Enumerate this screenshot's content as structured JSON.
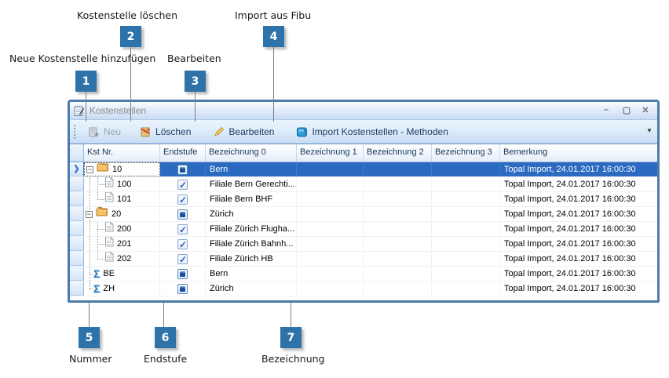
{
  "colors": {
    "callout_box": "#2d72a8",
    "window_border": "#4d7bab",
    "selected_row": "#2b6ac1",
    "sigma_icon": "#2a7abf"
  },
  "callouts": {
    "c1": {
      "num": "1",
      "label": "Neue Kostenstelle hinzufügen"
    },
    "c2": {
      "num": "2",
      "label": "Kostenstelle löschen"
    },
    "c3": {
      "num": "3",
      "label": "Bearbeiten"
    },
    "c4": {
      "num": "4",
      "label": "Import aus Fibu"
    },
    "c5": {
      "num": "5",
      "label": "Nummer"
    },
    "c6": {
      "num": "6",
      "label": "Endstufe"
    },
    "c7": {
      "num": "7",
      "label": "Bezeichnung"
    }
  },
  "window": {
    "title": "Kostenstellen",
    "controls": {
      "minimize": "–",
      "maximize": "▢",
      "close": "✕"
    }
  },
  "toolbar": {
    "buttons": [
      {
        "id": "neu",
        "label": "Neu",
        "icon": "new-note-icon",
        "disabled": true
      },
      {
        "id": "loeschen",
        "label": "Löschen",
        "icon": "delete-note-icon",
        "disabled": false
      },
      {
        "id": "bearbeiten",
        "label": "Bearbeiten",
        "icon": "pencil-icon",
        "disabled": false
      },
      {
        "id": "import",
        "label": "Import Kostenstellen - Methoden",
        "icon": "import-cube-icon",
        "disabled": false
      }
    ],
    "overflow_arrow": "▼"
  },
  "grid": {
    "columns": [
      "Kst Nr.",
      "Endstufe",
      "Bezeichnung 0",
      "Bezeichnung 1",
      "Bezeichnung 2",
      "Bezeichnung 3",
      "Bemerkung"
    ],
    "rows": [
      {
        "nr": "10",
        "icon": "folder",
        "level": 0,
        "expander": true,
        "endstufe": "filled",
        "bez0": "Bern",
        "bez1": "",
        "bez2": "",
        "bez3": "",
        "bemerkung": "Topal Import, 24.01.2017 16:00:30",
        "selected": true
      },
      {
        "nr": "100",
        "icon": "page",
        "level": 1,
        "expander": false,
        "endstufe": "checked",
        "bez0": "Filiale Bern Gerechti...",
        "bez1": "",
        "bez2": "",
        "bez3": "",
        "bemerkung": "Topal Import, 24.01.2017 16:00:30",
        "selected": false
      },
      {
        "nr": "101",
        "icon": "page",
        "level": 1,
        "expander": false,
        "endstufe": "checked",
        "bez0": "Filiale Bern BHF",
        "bez1": "",
        "bez2": "",
        "bez3": "",
        "bemerkung": "Topal Import, 24.01.2017 16:00:30",
        "selected": false
      },
      {
        "nr": "20",
        "icon": "folder",
        "level": 0,
        "expander": true,
        "endstufe": "filled",
        "bez0": "Zürich",
        "bez1": "",
        "bez2": "",
        "bez3": "",
        "bemerkung": "Topal Import, 24.01.2017 16:00:30",
        "selected": false
      },
      {
        "nr": "200",
        "icon": "page",
        "level": 1,
        "expander": false,
        "endstufe": "checked",
        "bez0": "Filiale Zürich Flugha...",
        "bez1": "",
        "bez2": "",
        "bez3": "",
        "bemerkung": "Topal Import, 24.01.2017 16:00:30",
        "selected": false
      },
      {
        "nr": "201",
        "icon": "page",
        "level": 1,
        "expander": false,
        "endstufe": "checked",
        "bez0": "Filiale Zürich Bahnh...",
        "bez1": "",
        "bez2": "",
        "bez3": "",
        "bemerkung": "Topal Import, 24.01.2017 16:00:30",
        "selected": false
      },
      {
        "nr": "202",
        "icon": "page",
        "level": 1,
        "expander": false,
        "endstufe": "checked",
        "bez0": "Filiale Zürich HB",
        "bez1": "",
        "bez2": "",
        "bez3": "",
        "bemerkung": "Topal Import, 24.01.2017 16:00:30",
        "selected": false
      },
      {
        "nr": "BE",
        "icon": "sigma",
        "level": 0,
        "expander": false,
        "endstufe": "filled",
        "bez0": "Bern",
        "bez1": "",
        "bez2": "",
        "bez3": "",
        "bemerkung": "Topal Import, 24.01.2017 16:00:30",
        "selected": false
      },
      {
        "nr": "ZH",
        "icon": "sigma",
        "level": 0,
        "expander": false,
        "endstufe": "filled",
        "bez0": "Zürich",
        "bez1": "",
        "bez2": "",
        "bez3": "",
        "bemerkung": "Topal Import, 24.01.2017 16:00:30",
        "selected": false
      }
    ]
  }
}
